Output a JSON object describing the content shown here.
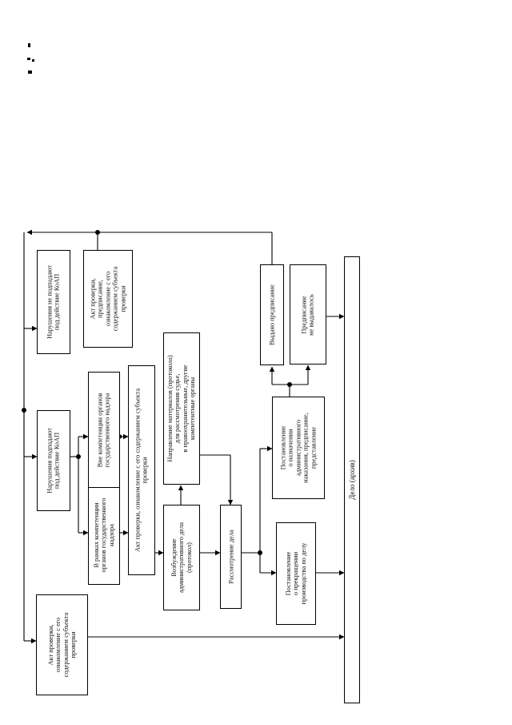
{
  "diagram": {
    "nodes": {
      "akt_main": "Акт проверки,\nознакомление с его\nсодержанием субъекта\nпроверки",
      "narusheniya_koap": "Нарушения подпадают\nпод действие КоАП",
      "narusheniya_ne_koap": "Нарушения не подпадают\nпод действие КоАП",
      "v_ramkah": "В рамках компетенции\nорганов государственного\nнадзора",
      "vne": "Вне компетенции органов\nгосударственного надзора",
      "akt_left": "Акт проверки, ознакомление с его содержанием субъекта\nпроверки",
      "akt_top": "Акт проверки,\nпредписание,\nознакомление с его\nсодержанием субъекта\nпроверки",
      "vozbuzhdenie": "Возбуждение\nадминистративного дела\n(протокол)",
      "napravlenie": "Направление материалов (протокола)\nдля рассмотрения судье,\nв правоохранительные, другие\nкомпетентные органы",
      "rassmotrenie": "Рассмотрение дела",
      "prekrashchenie": "Постановление\nо прекращении\nпроизводства по делу",
      "naznachenie": "Постановление\nо назначении\nадминистративного\nнаказания, предписание,\nпредставление",
      "vydano": "Выдано предписание",
      "ne_vydavalos": "Предписание\nне выдавалось",
      "delo": "Дело (архив)"
    }
  }
}
